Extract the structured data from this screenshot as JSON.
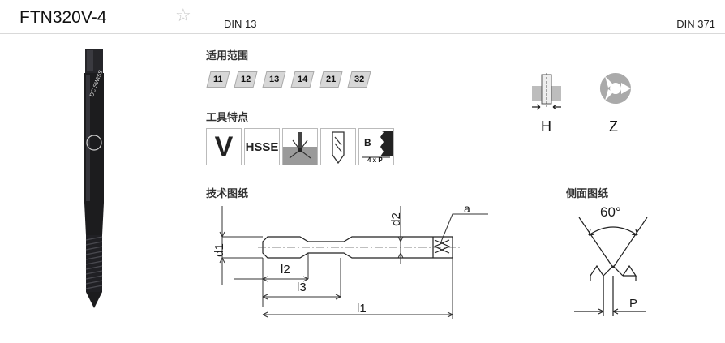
{
  "product": {
    "name": "FTN320V-4"
  },
  "standards": {
    "left": "DIN 13",
    "right": "DIN 371"
  },
  "sections": {
    "application": "适用范围",
    "features": "工具特点",
    "drawing": "技术图纸",
    "side_drawing": "侧面图纸"
  },
  "application_codes": [
    "11",
    "12",
    "13",
    "14",
    "21",
    "32"
  ],
  "features": {
    "v_label": "V",
    "material_label": "HSSE",
    "b_label": "B",
    "b_sub": "4 x P"
  },
  "hole_types": {
    "h": "H",
    "z": "Z"
  },
  "drawing_labels": {
    "d1": "d1",
    "d2": "d2",
    "l1": "l1",
    "l2": "l2",
    "l3": "l3",
    "a": "a"
  },
  "side_labels": {
    "angle": "60°",
    "p": "P"
  },
  "tool_brand": "DC SWISS",
  "colors": {
    "tool": "#1c1c1e",
    "chip_bg": "#d7d7d7",
    "divider": "#d9d9d9"
  }
}
